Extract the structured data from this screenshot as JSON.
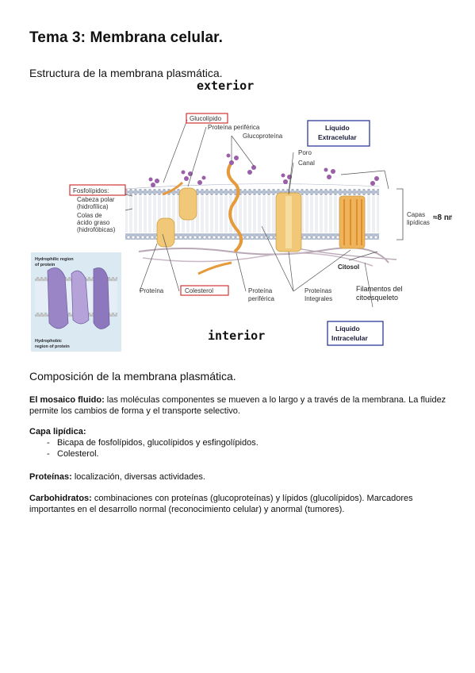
{
  "title": "Tema 3: Membrana celular.",
  "section_structure": "Estructura de la membrana plasmática.",
  "figure": {
    "exterior": "exterior",
    "interior": "interior",
    "glucolipido": "Glucolípido",
    "proteina_periferica_top": "Proteína periférica",
    "glucoproteina": "Glucoproteína",
    "liquido_extracelular_1": "Líquido",
    "liquido_extracelular_2": "Extracelular",
    "poro": "Poro",
    "canal": "Canal",
    "fosfolipidos": "Fosfolípidos:",
    "cabeza_1": "Cabeza polar",
    "cabeza_2": "(hidrofílica)",
    "colas_1": "Colas de",
    "colas_2": "ácido graso",
    "colas_3": "(hidrofóbicas)",
    "capas_1": "Capas",
    "capas_2": "lipídicas",
    "nm": "≈8 nm",
    "citosol": "Citosol",
    "proteina": "Proteína",
    "colesterol": "Colesterol",
    "proteina_periferica_1": "Proteína",
    "proteina_periferica_2": "periférica",
    "proteinas_integrales_1": "Proteínas",
    "proteinas_integrales_2": "Integrales",
    "filamentos_1": "Filamentos del",
    "filamentos_2": "citoesqueleto",
    "liquido_intracelular_1": "Líquido",
    "liquido_intracelular_2": "Intracelular",
    "inset_hydrophilic_1": "Hydrophilic region",
    "inset_hydrophilic_2": "of protein",
    "inset_hydrophobic_1": "Hydrophobic",
    "inset_hydrophobic_2": "region of protein"
  },
  "section_composition": "Composición de la membrana plasmática.",
  "mosaic": {
    "term": "El mosaico fluido:",
    "text": " las moléculas componentes se mueven a lo largo y a través de la membrana. La fluidez permite los cambios de forma y el transporte selectivo."
  },
  "lipid_layer": {
    "term": "Capa lipídica:",
    "items": [
      "Bicapa de fosfolípidos, glucolípidos y esfingolípidos.",
      "Colesterol."
    ]
  },
  "proteins": {
    "term": "Proteínas:",
    "text": " localización, diversas actividades."
  },
  "carbohydrates": {
    "term": "Carbohidratos:",
    "text": " combinaciones con proteínas (glucoproteínas) y lípidos (glucolípidos). Marcadores importantes en el desarrollo normal (reconocimiento celular) y anormal (tumores)."
  },
  "colors": {
    "head": "#b9c3d6",
    "protein": "#f0c878",
    "carb": "#9b5ea8",
    "filament": "#e59a3c",
    "box_blue": "#2c3c9a",
    "box_red": "#cc2222"
  }
}
